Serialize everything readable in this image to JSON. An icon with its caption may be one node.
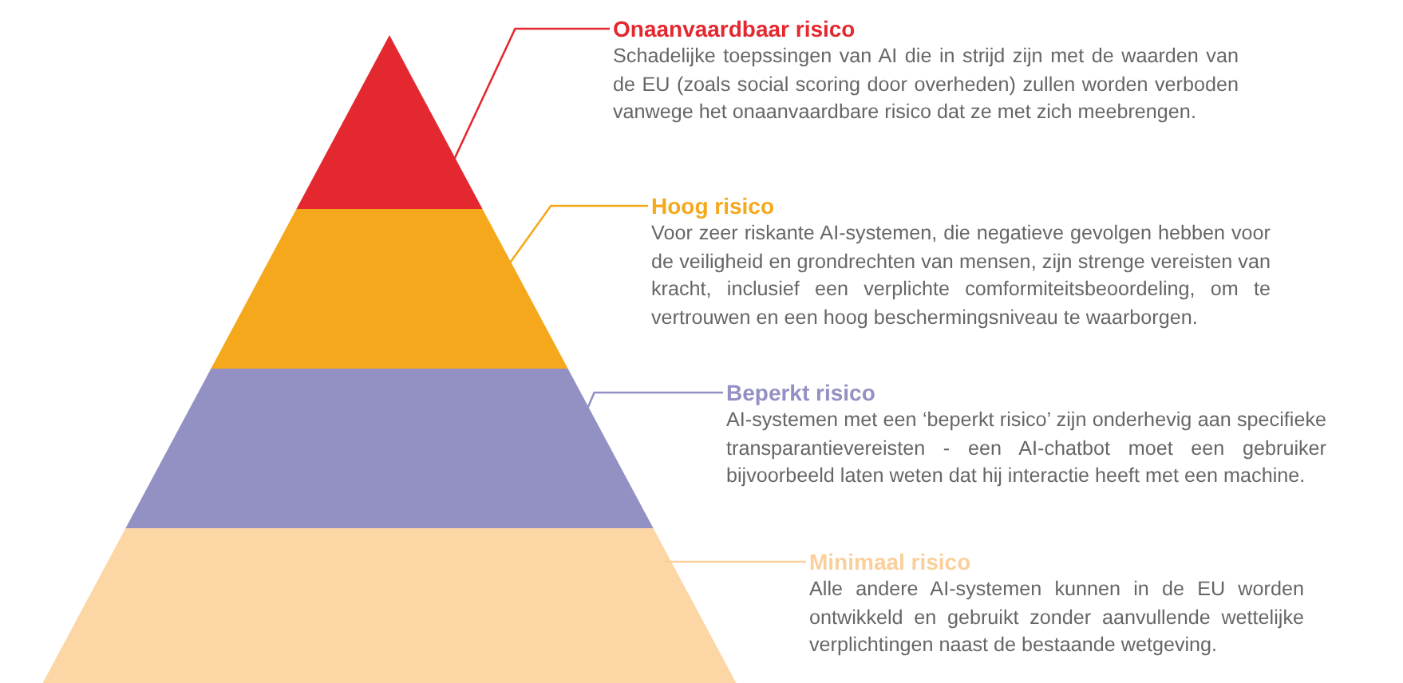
{
  "diagram": {
    "nodes": [
      {
        "text": [],
        "shape": "triangle"
      },
      {
        "text": [],
        "shape": "trapezoid"
      },
      {
        "text": [],
        "shape": "trapezoid"
      },
      {
        "text": [],
        "shape": "trapezoid"
      },
      {
        "text": [
          "Onaanvaardbaar risico",
          "Schadelijke toepssingen van AI die in strijd zijn met de waarden van de EU (zoals social scoring door overheden) zullen worden verboden vanwege het onaanvaardbare risico dat ze met zich meebrengen."
        ]
      },
      {
        "text": [
          "Hoog risico",
          "Voor zeer riskante AI-systemen, die negatieve gevolgen hebben voor de veiligheid en grondrechten van mensen, zijn strenge vereisten van kracht, inclusief een verplichte comformiteitsbeoordeling, om te vertrouwen en een hoog beschermingsniveau te waarborgen."
        ]
      },
      {
        "text": [
          "Beperkt risico",
          "AI-systemen met een ‘beperkt risico’ zijn onderhevig aan specifieke transparantievereisten - een AI-chatbot moet een gebruiker bijvoorbeeld laten weten dat hij interactie heeft met een machine."
        ]
      },
      {
        "text": [
          "Minimaal risico",
          "Alle andere AI-systemen kunnen in de EU worden ontwikkeld en gebruikt zonder aanvullende wettelijke verplichtingen naast de bestaande wetgeving."
        ]
      }
    ],
    "edges": [
      {
        "from": 4,
        "to": 0,
        "arrow": "none",
        "color": "#e4282f"
      },
      {
        "from": 5,
        "to": 1,
        "arrow": "none",
        "color": "#f5a81c"
      },
      {
        "from": 6,
        "to": 2,
        "arrow": "none",
        "color": "#9390c4"
      },
      {
        "from": 7,
        "to": 3,
        "arrow": "none",
        "color": "#f9cf9c"
      }
    ]
  }
}
